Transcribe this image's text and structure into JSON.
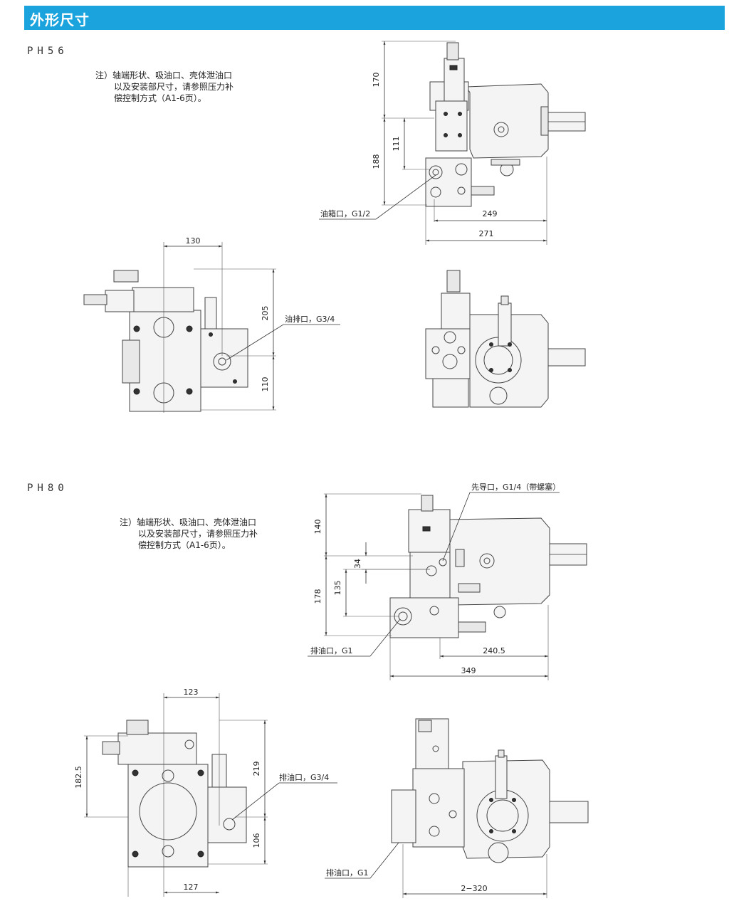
{
  "header": {
    "title": "外形尺寸"
  },
  "colors": {
    "header_bg": "#1aa3dc",
    "header_text": "#ffffff"
  },
  "ph56": {
    "model": "PH56",
    "note_line1": "注）轴端形状、吸油口、壳体泄油口",
    "note_line2": "以及安装部尺寸，请参照压力补",
    "note_line3": "偿控制方式（A1-6页）。",
    "dims": {
      "d170": "170",
      "d111": "111",
      "d188": "188",
      "d249": "249",
      "d271": "271",
      "d130": "130",
      "d205": "205",
      "d110": "110"
    },
    "labels": {
      "tank_port": "油箱口，G1/2",
      "drain_port": "油排口，G3/4"
    }
  },
  "ph80": {
    "model": "PH80",
    "note_line1": "注）轴端形状、吸油口、壳体泄油口",
    "note_line2": "以及安装部尺寸，请参照压力补",
    "note_line3": "偿控制方式（A1-6页）。",
    "dims": {
      "d140": "140",
      "d34": "34",
      "d135": "135",
      "d178": "178",
      "d240_5": "240.5",
      "d349": "349",
      "d123": "123",
      "d182_5": "182.5",
      "d219": "219",
      "d106": "106",
      "d127": "127",
      "d2_320": "2−320"
    },
    "labels": {
      "pilot_port": "先导口，G1/4（带螺塞）",
      "drain_g1_a": "排油口，G1",
      "drain_g34": "排油口，G3/4",
      "drain_g1_b": "排油口，G1"
    }
  }
}
